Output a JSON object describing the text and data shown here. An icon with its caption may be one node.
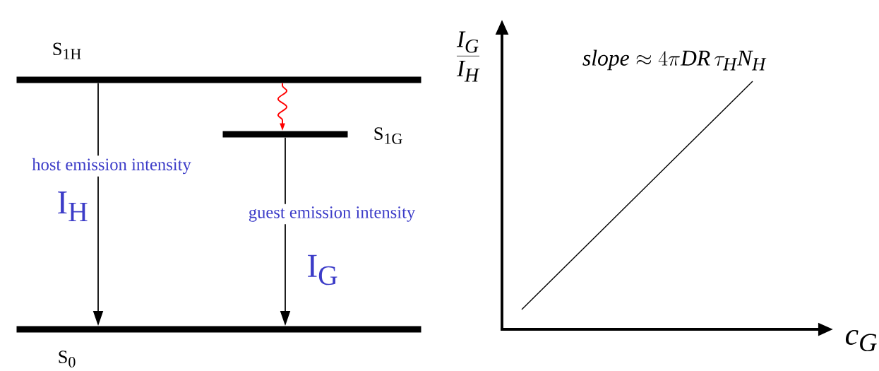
{
  "diagram": {
    "nodes": [
      {
        "text": [
          "S$_{1H}$"
        ]
      },
      {
        "text": [
          "S$_{1G}$"
        ]
      },
      {
        "text": [
          "S$_{0}$"
        ]
      }
    ],
    "edges": [
      {
        "from": 0,
        "to": 2,
        "arrow": "to",
        "label": "host emission intensity"
      },
      {
        "from": 1,
        "to": 2,
        "arrow": "to",
        "label": "guest emission intensity"
      },
      {
        "from": 0,
        "to": 1,
        "arrow": "to",
        "color": "#ff0000"
      }
    ],
    "labels": [
      "I$_{H}$",
      "I$_{G}$",
      "\\frac{I_G}{I_H}",
      "\\mathit{slope}\\approx 4\\pi DR\\,\\tau_{H}N_{H}",
      "c_G"
    ]
  }
}
